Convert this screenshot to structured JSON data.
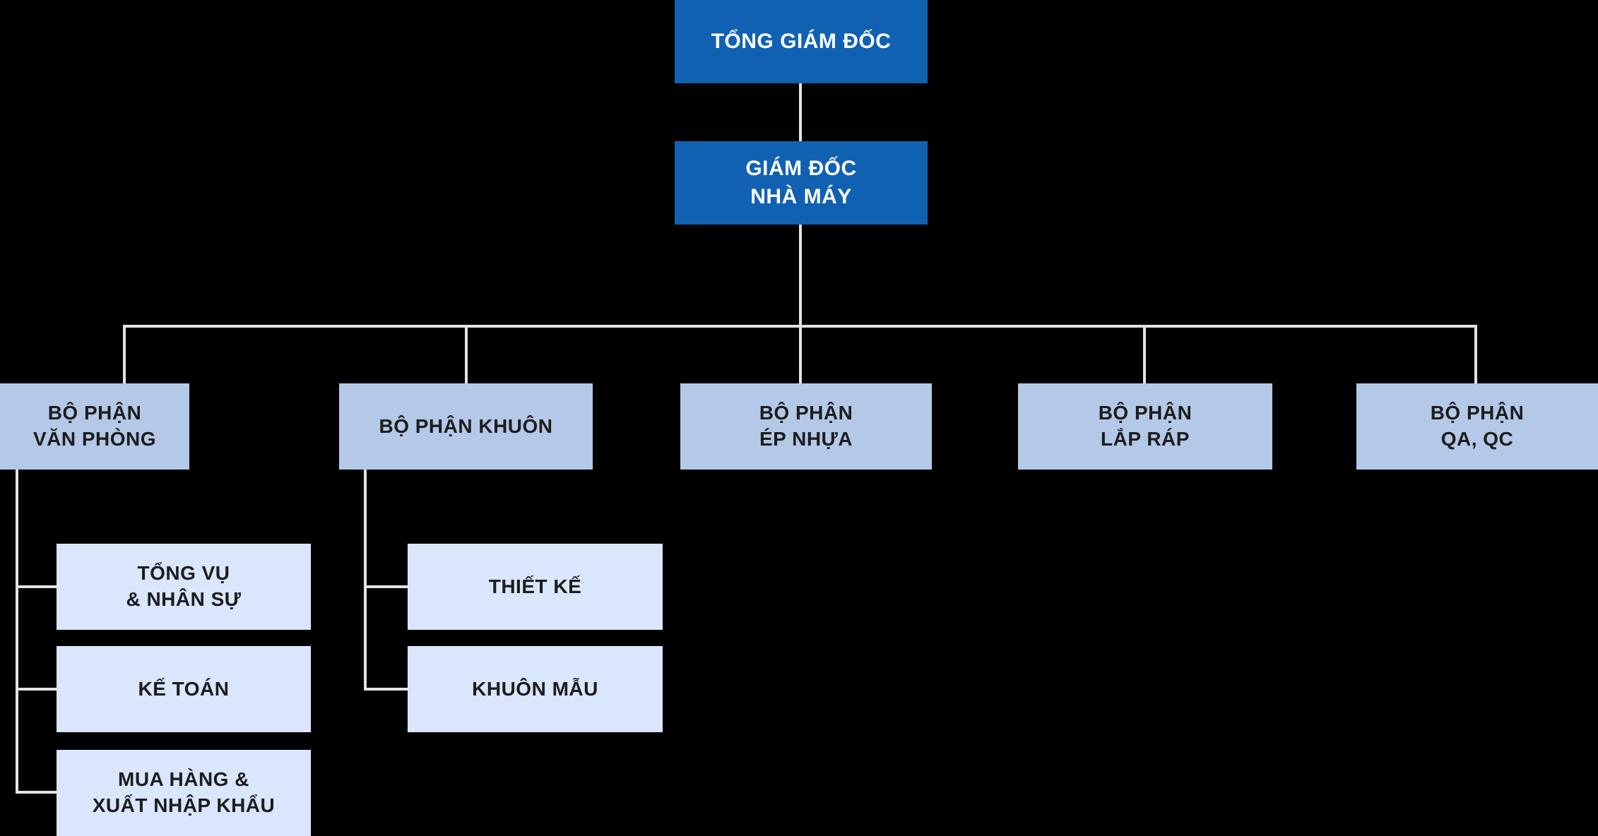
{
  "title": "Organization chart (factory)",
  "colors": {
    "primary_blue": "#1161b3",
    "light_blue": "#b4c9e8",
    "pale_blue": "#d9e6fb",
    "line": "#e3e3e3",
    "background": "#000000",
    "dark_text": "#1c1c1c",
    "light_text": "#ffffff"
  },
  "org": {
    "root": {
      "label": "TỔNG GIÁM ĐỐC"
    },
    "factory_director": {
      "line1": "GIÁM ĐỐC",
      "line2": "NHÀ MÁY"
    },
    "departments": {
      "office": {
        "line1": "BỘ PHẬN",
        "line2": "VĂN PHÒNG"
      },
      "mold": {
        "label": "BỘ PHẬN KHUÔN"
      },
      "injection": {
        "line1": "BỘ PHẬN",
        "line2": "ÉP NHỰA"
      },
      "assembly": {
        "line1": "BỘ PHẬN",
        "line2": "LẮP RÁP"
      },
      "qaqc": {
        "line1": "BỘ PHẬN",
        "line2": "QA, QC"
      }
    },
    "office_units": {
      "general_hr": {
        "line1": "TỔNG VỤ",
        "line2": "& NHÂN SỰ"
      },
      "accounting": {
        "label": "KẾ TOÁN"
      },
      "purchasing": {
        "line1": "MUA HÀNG &",
        "line2": "XUẤT NHẬP KHẨU"
      }
    },
    "mold_units": {
      "design": {
        "label": "THIẾT KẾ"
      },
      "mold_making": {
        "label": "KHUÔN MẪU"
      }
    }
  }
}
